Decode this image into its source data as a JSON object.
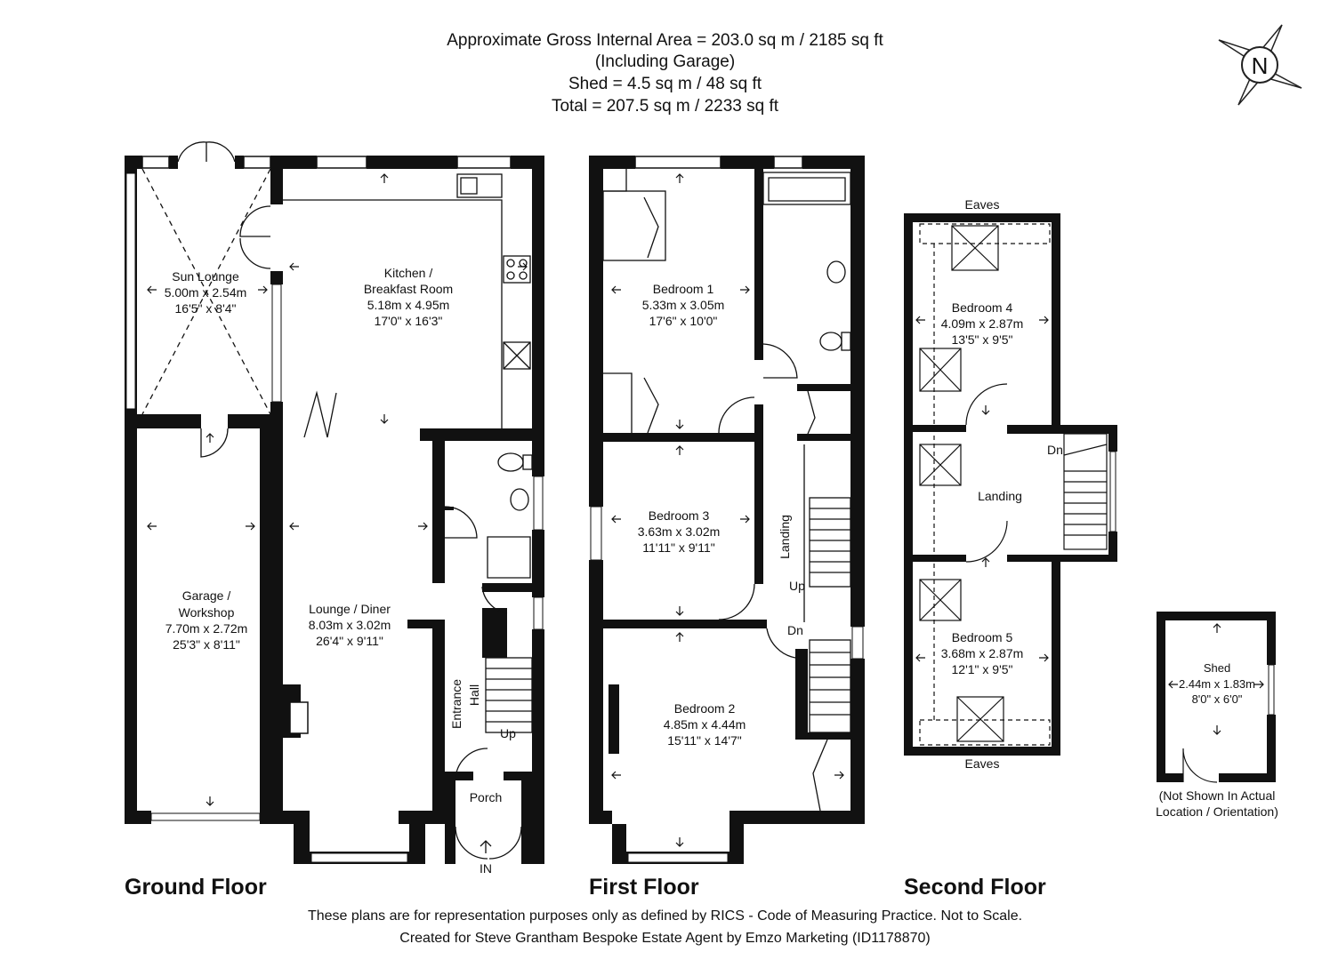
{
  "header": {
    "line1": "Approximate Gross Internal Area = 203.0 sq m / 2185 sq ft",
    "line2": "(Including Garage)",
    "line3": "Shed = 4.5 sq m / 48 sq ft",
    "line4": "Total = 207.5 sq m / 2233 sq ft"
  },
  "compass": {
    "label": "N"
  },
  "floors": {
    "ground": "Ground Floor",
    "first": "First Floor",
    "second": "Second Floor"
  },
  "rooms": {
    "sun_lounge": {
      "name": "Sun Lounge",
      "metric": "5.00m x 2.54m",
      "imperial": "16'5\" x 8'4\""
    },
    "kitchen": {
      "name1": "Kitchen /",
      "name2": "Breakfast Room",
      "metric": "5.18m x 4.95m",
      "imperial": "17'0\" x 16'3\""
    },
    "garage": {
      "name1": "Garage /",
      "name2": "Workshop",
      "metric": "7.70m x 2.72m",
      "imperial": "25'3\" x 8'11\""
    },
    "lounge": {
      "name": "Lounge / Diner",
      "metric": "8.03m x 3.02m",
      "imperial": "26'4\" x 9'11\""
    },
    "entrance_hall": {
      "name1": "Entrance",
      "name2": "Hall"
    },
    "porch": {
      "name": "Porch"
    },
    "bedroom1": {
      "name": "Bedroom 1",
      "metric": "5.33m x 3.05m",
      "imperial": "17'6\" x 10'0\""
    },
    "bedroom3": {
      "name": "Bedroom 3",
      "metric": "3.63m x 3.02m",
      "imperial": "11'11\" x 9'11\""
    },
    "bedroom2": {
      "name": "Bedroom 2",
      "metric": "4.85m x 4.44m",
      "imperial": "15'11\" x 14'7\""
    },
    "landing1": {
      "name": "Landing"
    },
    "bedroom4": {
      "name": "Bedroom 4",
      "metric": "4.09m x 2.87m",
      "imperial": "13'5\" x 9'5\""
    },
    "landing2": {
      "name": "Landing"
    },
    "bedroom5": {
      "name": "Bedroom 5",
      "metric": "3.68m x 2.87m",
      "imperial": "12'1\" x 9'5\""
    },
    "shed": {
      "name": "Shed",
      "metric": "2.44m x 1.83m",
      "imperial": "8'0\" x 6'0\""
    }
  },
  "annotations": {
    "up": "Up",
    "dn": "Dn",
    "in": "IN",
    "eaves": "Eaves",
    "shed_note1": "(Not Shown In Actual",
    "shed_note2": "Location / Orientation)"
  },
  "footer": {
    "line1": "These plans are for representation purposes only as defined by RICS - Code of Measuring Practice. Not to Scale.",
    "line2": "Created for Steve Grantham Bespoke Estate Agent by Emzo Marketing (ID1178870)"
  }
}
